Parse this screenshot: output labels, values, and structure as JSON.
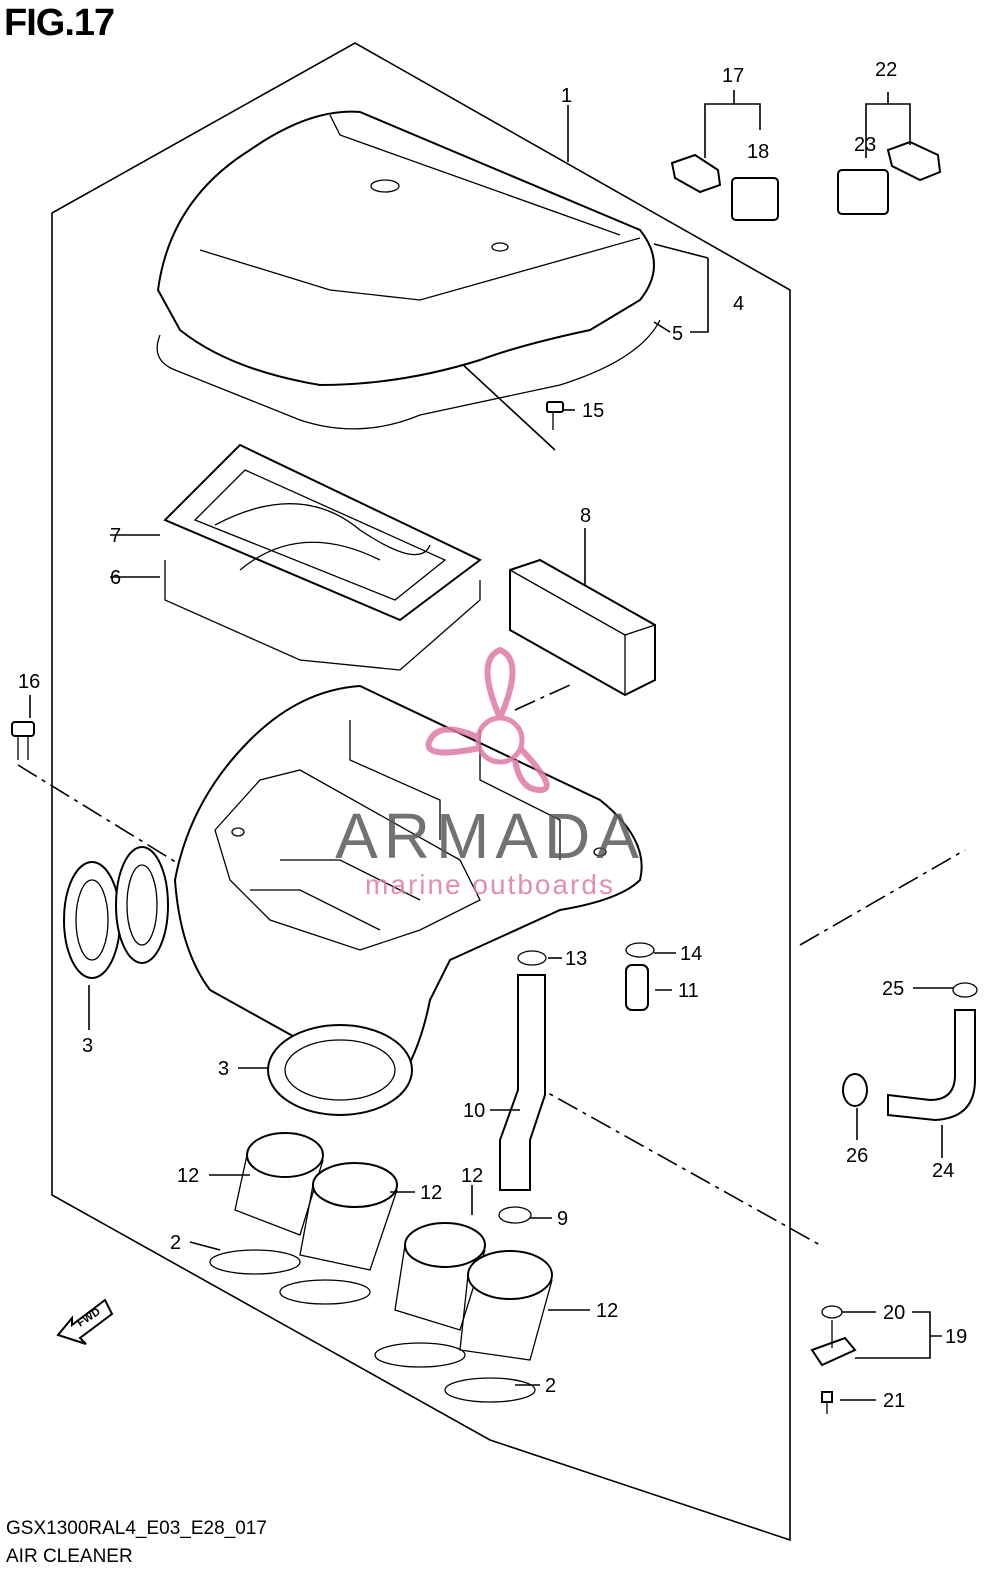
{
  "figure": {
    "title": "FIG.17"
  },
  "footer": {
    "code": "GSX1300RAL4_E03_E28_017",
    "name": "AIR CLEANER"
  },
  "watermark": {
    "brand": "ARMADA",
    "tagline": "marine outboards",
    "color": "#e07aa6"
  },
  "fwd_arrow": {
    "text": "FWD"
  },
  "callouts": {
    "c1": "1",
    "c2a": "2",
    "c2b": "2",
    "c3a": "3",
    "c3b": "3",
    "c4": "4",
    "c5": "5",
    "c6": "6",
    "c7": "7",
    "c8": "8",
    "c9": "9",
    "c10": "10",
    "c11": "11",
    "c12a": "12",
    "c12b": "12",
    "c12c": "12",
    "c12d": "12",
    "c13": "13",
    "c14": "14",
    "c15": "15",
    "c16": "16",
    "c17": "17",
    "c18": "18",
    "c19": "19",
    "c20": "20",
    "c21": "21",
    "c22": "22",
    "c23": "23",
    "c24": "24",
    "c25": "25",
    "c26": "26"
  }
}
